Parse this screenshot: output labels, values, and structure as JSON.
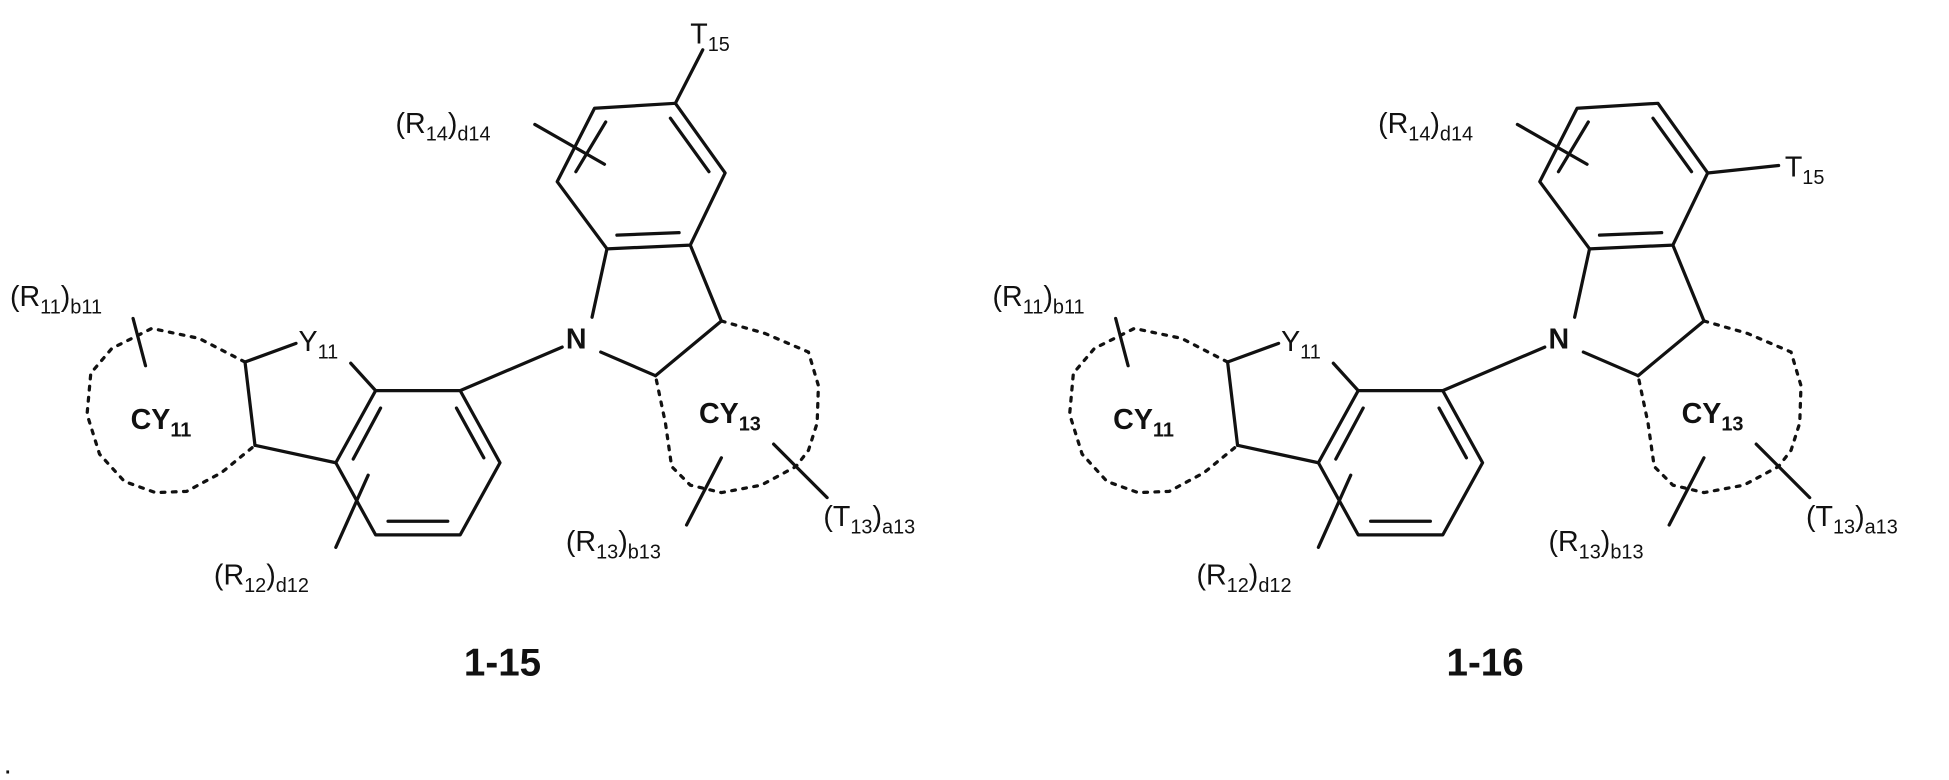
{
  "structures": [
    {
      "caption": "1-15",
      "labels": {
        "t15": "T15",
        "r14": "(R14)d14",
        "n": "N",
        "y11": "Y11",
        "r11": "(R11)b11",
        "cy11": "CY11",
        "r12": "(R12)d12",
        "cy13": "CY13",
        "r13": "(R13)b13",
        "t13": "(T13)a13"
      }
    },
    {
      "caption": "1-16",
      "labels": {
        "t15": "T15",
        "r14": "(R14)d14",
        "n": "N",
        "y11": "Y11",
        "r11": "(R11)b11",
        "cy11": "CY11",
        "r12": "(R12)d12",
        "cy13": "CY13",
        "r13": "(R13)b13",
        "t13": "(T13)a13"
      }
    }
  ],
  "trailing_mark": "."
}
